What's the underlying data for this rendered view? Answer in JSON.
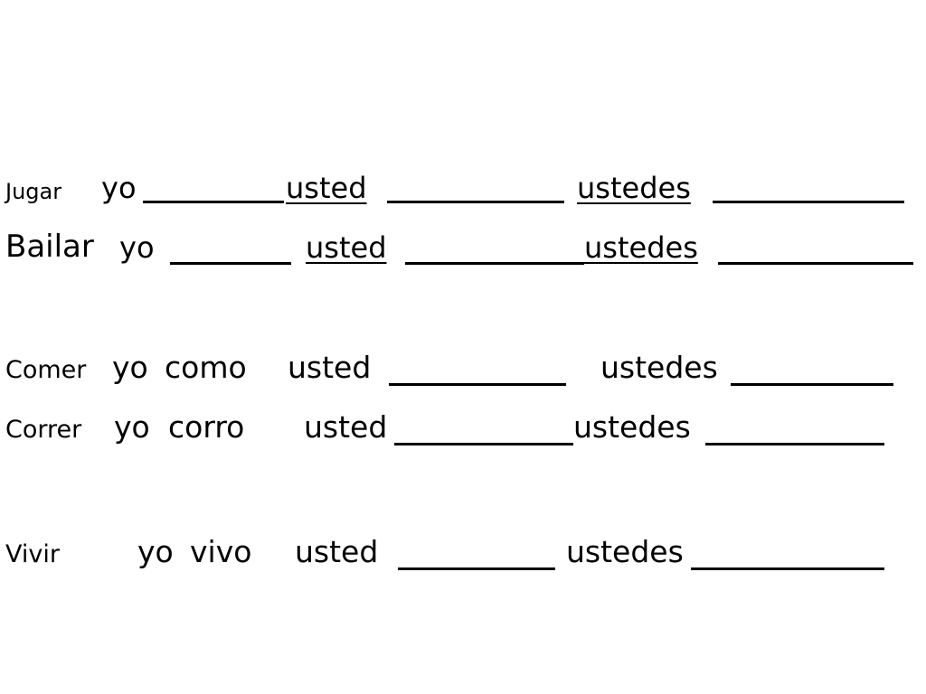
{
  "rows": [
    {
      "verb": "Jugar",
      "yo_label": "yo",
      "yo_answer": "",
      "usted_label": "usted",
      "ustedes_label": "ustedes"
    },
    {
      "verb": "Bailar",
      "yo_label": "yo",
      "yo_answer": "",
      "usted_label": "usted",
      "ustedes_label": "ustedes"
    },
    {
      "verb": "Comer",
      "yo_label": "yo",
      "yo_answer": "como",
      "usted_label": "usted",
      "ustedes_label": "ustedes"
    },
    {
      "verb": "Correr",
      "yo_label": "yo",
      "yo_answer": "corro",
      "usted_label": "usted",
      "ustedes_label": "ustedes"
    },
    {
      "verb": "Vivir",
      "yo_label": "yo",
      "yo_answer": "vivo",
      "usted_label": "usted",
      "ustedes_label": "ustedes"
    }
  ]
}
